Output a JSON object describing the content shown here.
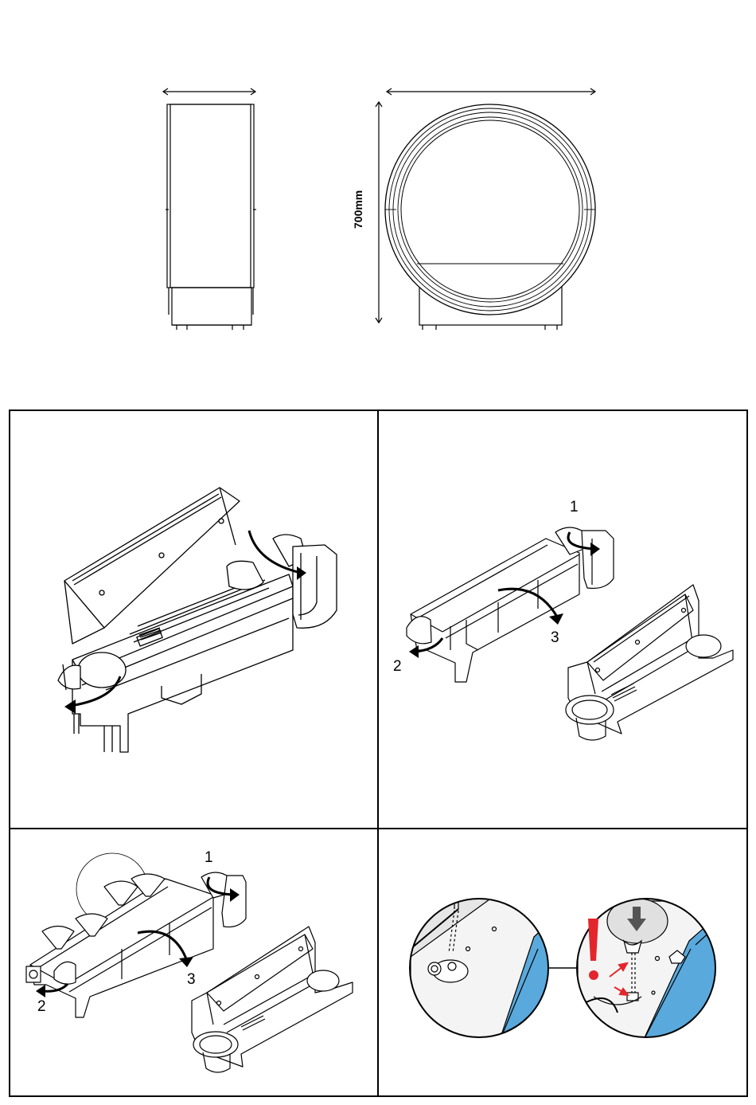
{
  "dimensions": {
    "height_label": "700mm"
  },
  "panels": [
    {
      "id": "panel-1",
      "steps": []
    },
    {
      "id": "panel-2",
      "steps": [
        "1",
        "2",
        "3"
      ]
    },
    {
      "id": "panel-3",
      "steps": [
        "1",
        "2",
        "3"
      ]
    },
    {
      "id": "panel-4",
      "steps": []
    }
  ],
  "colors": {
    "line": "#000000",
    "water_tank_blue": "#5aa9dc",
    "warning_red": "#e3262b",
    "shade_gray": "#d9d9d9"
  },
  "icons": [
    "double-arrow-icon",
    "curved-arrow-icon",
    "warning-exclamation-icon",
    "down-arrow-icon"
  ]
}
